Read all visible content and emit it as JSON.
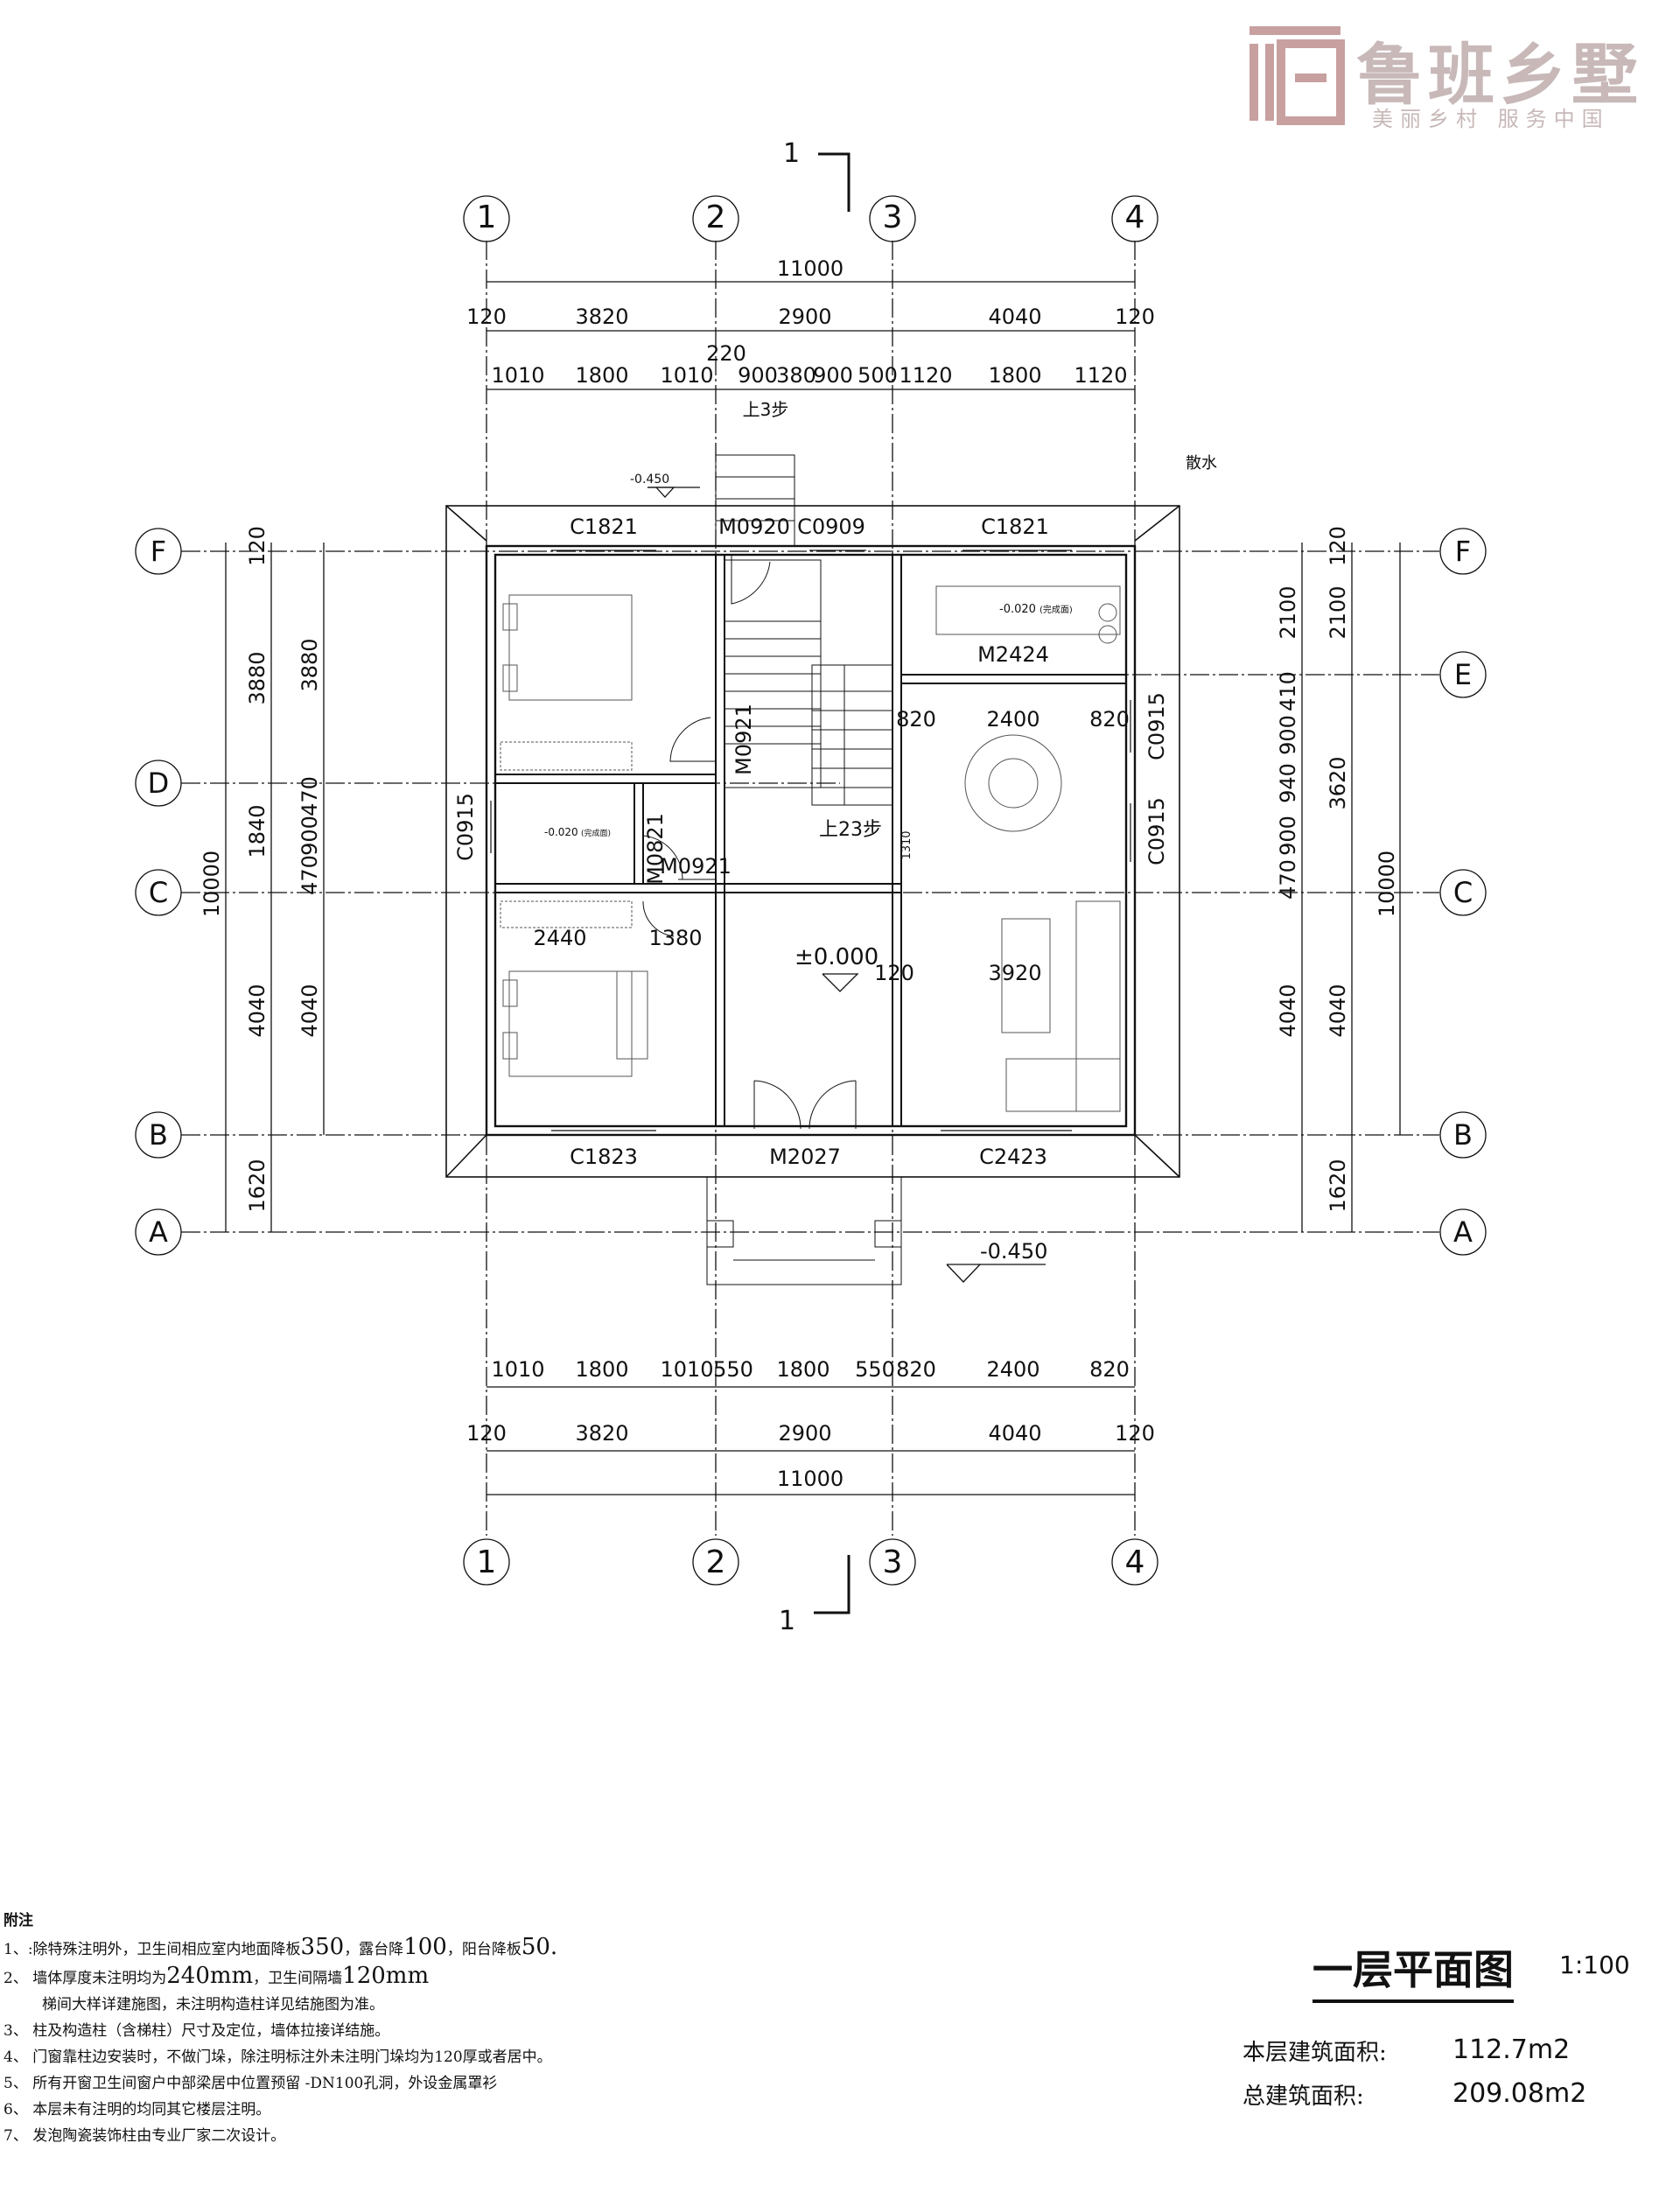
{
  "logo": {
    "name": "鲁班乡墅",
    "slogan": "美丽乡村  服务中国"
  },
  "section_marks": {
    "top": "1",
    "bottom": "1"
  },
  "axes": {
    "vertical": [
      "1",
      "2",
      "3",
      "4"
    ],
    "left": [
      "F",
      "D",
      "C",
      "B",
      "A"
    ],
    "right": [
      "F",
      "E",
      "C",
      "B",
      "A"
    ]
  },
  "dims_top": {
    "total": "11000",
    "row2": [
      "120",
      "3820",
      "2900",
      "4040",
      "120"
    ],
    "extra": "220",
    "row3": [
      "1010",
      "1800",
      "1010",
      "900",
      "380",
      "900",
      "500",
      "1120",
      "1800",
      "1120"
    ]
  },
  "dims_bottom": {
    "row1": [
      "1010",
      "1800",
      "1010",
      "550",
      "1800",
      "550",
      "820",
      "2400",
      "820"
    ],
    "row2": [
      "120",
      "3820",
      "2900",
      "4040",
      "120"
    ],
    "total": "11000"
  },
  "dims_left": {
    "outer": "10000",
    "seg1": [
      "120",
      "3880",
      "1840",
      "4040",
      "1620"
    ],
    "seg2": [
      "3880",
      "470",
      "900",
      "470",
      "4040"
    ]
  },
  "dims_right": {
    "outer": "10000",
    "seg1": [
      "120",
      "2100",
      "3620",
      "4040",
      "1620"
    ],
    "seg2": [
      "2100",
      "410",
      "900",
      "940",
      "900",
      "470",
      "4040"
    ]
  },
  "labels": {
    "up3": "上3步",
    "up23": "上23步",
    "sanshui": "散水",
    "elev_top": "-0.450",
    "elev_main": "±0.000",
    "elev_front": "-0.450",
    "elev_kitchen": "-0.020",
    "elev_bath": "-0.020",
    "small_note": "(完成面)",
    "stair_dim": "1310",
    "dining_dims": [
      "820",
      "2400",
      "820"
    ],
    "living_dims": [
      "120",
      "3920"
    ],
    "bed2_dims": [
      "2440",
      "1380"
    ]
  },
  "openings": {
    "c1821_left": "C1821",
    "m0920": "M0920",
    "c0909": "C0909",
    "c1821_right": "C1821",
    "m2424": "M2424",
    "m0921_v": "M0921",
    "c0915_r1": "C0915",
    "c0915_l": "C0915",
    "m0821": "M0821",
    "m0921_h": "M0921",
    "c0915_r2": "C0915",
    "c1823": "C1823",
    "m2027": "M2027",
    "c2423": "C2423"
  },
  "notes": {
    "title": "附注",
    "n1_a": "1、:除特殊注明外，卫生间相应室内地面降板",
    "n1_b": "350",
    "n1_c": "，露台降",
    "n1_d": "100",
    "n1_e": "，阳台降板",
    "n1_f": "50.",
    "n2_a": "2、  墙体厚度未注明均为",
    "n2_b": "240mm",
    "n2_c": "，卫生间隔墙",
    "n2_d": "120mm",
    "n2_e": "梯间大样详建施图，未注明构造柱详见结施图为准。",
    "n3": "3、  柱及构造柱（含梯柱）尺寸及定位，墙体拉接详结施。",
    "n4": "4、  门窗靠柱边安装时，不做门垛，除注明标注外未注明门垛均为120厚或者居中。",
    "n5": "5、  所有开窗卫生间窗户中部梁居中位置预留   -DN100孔洞，外设金属罩衫",
    "n6": "6、  本层未有注明的均同其它楼层注明。",
    "n7": "7、  发泡陶瓷装饰柱由专业厂家二次设计。"
  },
  "title_block": {
    "title": "一层平面图",
    "scale": "1:100",
    "floor_area_label": "本层建筑面积:",
    "floor_area_value": "112.7m2",
    "total_area_label": "总建筑面积:",
    "total_area_value": "209.08m2"
  }
}
